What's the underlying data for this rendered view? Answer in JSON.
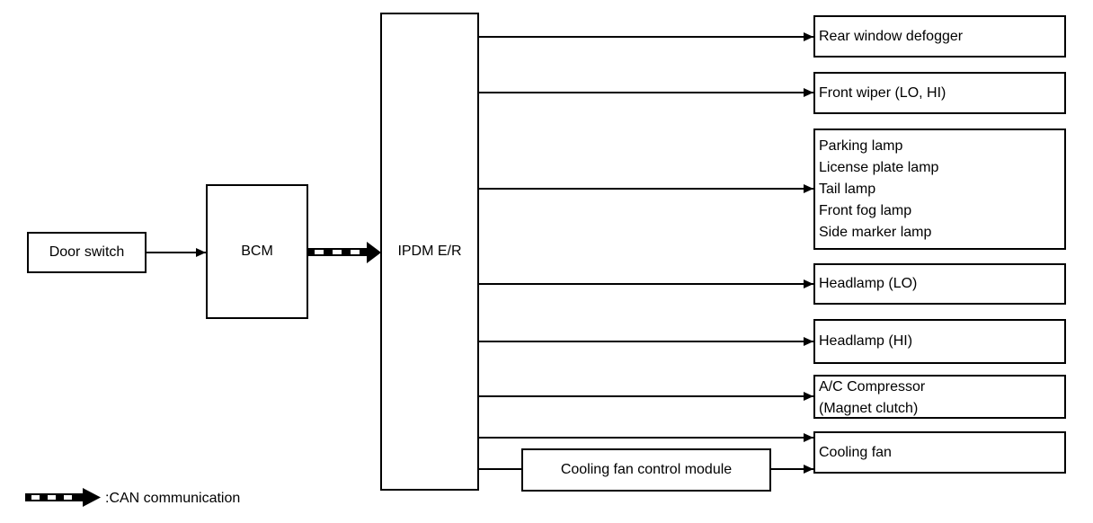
{
  "nodes": {
    "door_switch": {
      "label": "Door switch"
    },
    "bcm": {
      "label": "BCM"
    },
    "ipdm": {
      "label": "IPDM E/R"
    },
    "cooling_fan_control_module": {
      "label": "Cooling fan control module"
    },
    "outputs": [
      {
        "label": "Rear window defogger"
      },
      {
        "label": "Front wiper (LO, HI)"
      },
      {
        "lines": [
          "Parking lamp",
          "License plate lamp",
          "Tail lamp",
          "Front fog lamp",
          "Side marker lamp"
        ]
      },
      {
        "label": "Headlamp (LO)"
      },
      {
        "label": "Headlamp (HI)"
      },
      {
        "lines": [
          "A/C Compressor",
          "(Magnet clutch)"
        ]
      },
      {
        "label": "Cooling fan"
      }
    ]
  },
  "edges": [
    {
      "from": "Door switch",
      "to": "BCM",
      "type": "signal"
    },
    {
      "from": "BCM",
      "to": "IPDM E/R",
      "type": "CAN communication"
    },
    {
      "from": "IPDM E/R",
      "to": "Rear window defogger",
      "type": "output"
    },
    {
      "from": "IPDM E/R",
      "to": "Front wiper (LO, HI)",
      "type": "output"
    },
    {
      "from": "IPDM E/R",
      "to": "Parking lamp / License plate lamp / Tail lamp / Front fog lamp / Side marker lamp",
      "type": "output"
    },
    {
      "from": "IPDM E/R",
      "to": "Headlamp (LO)",
      "type": "output"
    },
    {
      "from": "IPDM E/R",
      "to": "Headlamp (HI)",
      "type": "output"
    },
    {
      "from": "IPDM E/R",
      "to": "A/C Compressor (Magnet clutch)",
      "type": "output"
    },
    {
      "from": "IPDM E/R",
      "to": "Cooling fan",
      "type": "output"
    },
    {
      "from": "IPDM E/R",
      "to": "Cooling fan control module",
      "type": "output"
    },
    {
      "from": "Cooling fan control module",
      "to": "Cooling fan",
      "type": "output"
    }
  ],
  "legend": {
    "label": ":CAN communication"
  },
  "colors": {
    "line": "#000000",
    "background": "#ffffff",
    "text": "#000000"
  }
}
